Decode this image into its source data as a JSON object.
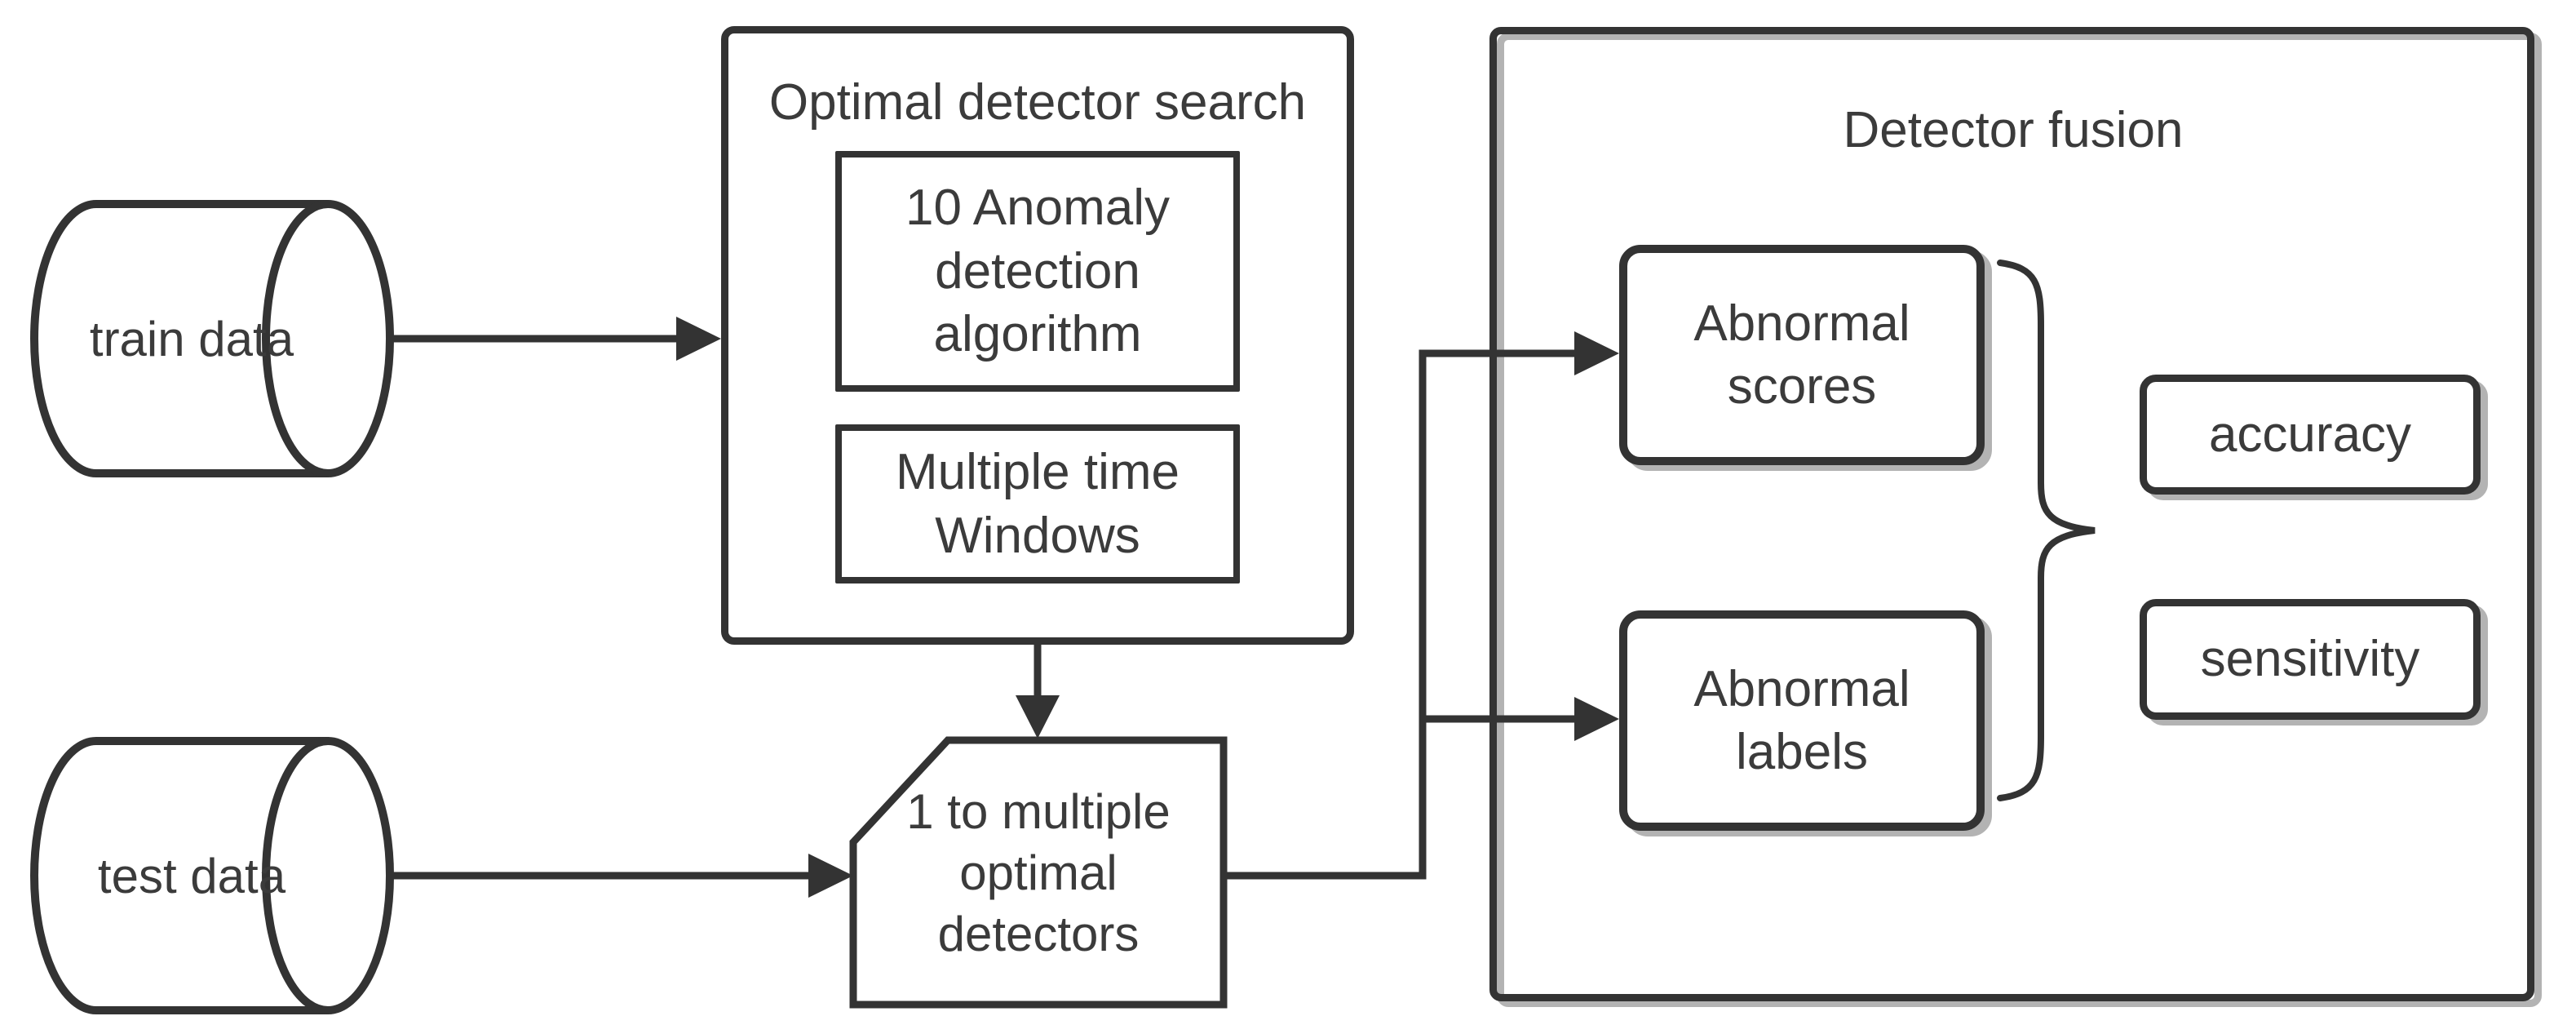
{
  "figure": {
    "background": "#ffffff",
    "stroke_color": "#333333",
    "text_color": "#3b3b3b"
  },
  "sources": {
    "train": {
      "label": "train data"
    },
    "test": {
      "label": "test data"
    }
  },
  "search_stage": {
    "title": "Optimal detector search",
    "algorithms_box": "10 Anomaly detection algorithm",
    "windows_box": "Multiple time Windows"
  },
  "detectors_node": {
    "label": "1 to multiple optimal detectors"
  },
  "fusion_stage": {
    "title": "Detector fusion",
    "scores_box": "Abnormal scores",
    "labels_box": "Abnormal labels",
    "metrics": {
      "accuracy": "accuracy",
      "sensitivity": "sensitivity"
    }
  }
}
